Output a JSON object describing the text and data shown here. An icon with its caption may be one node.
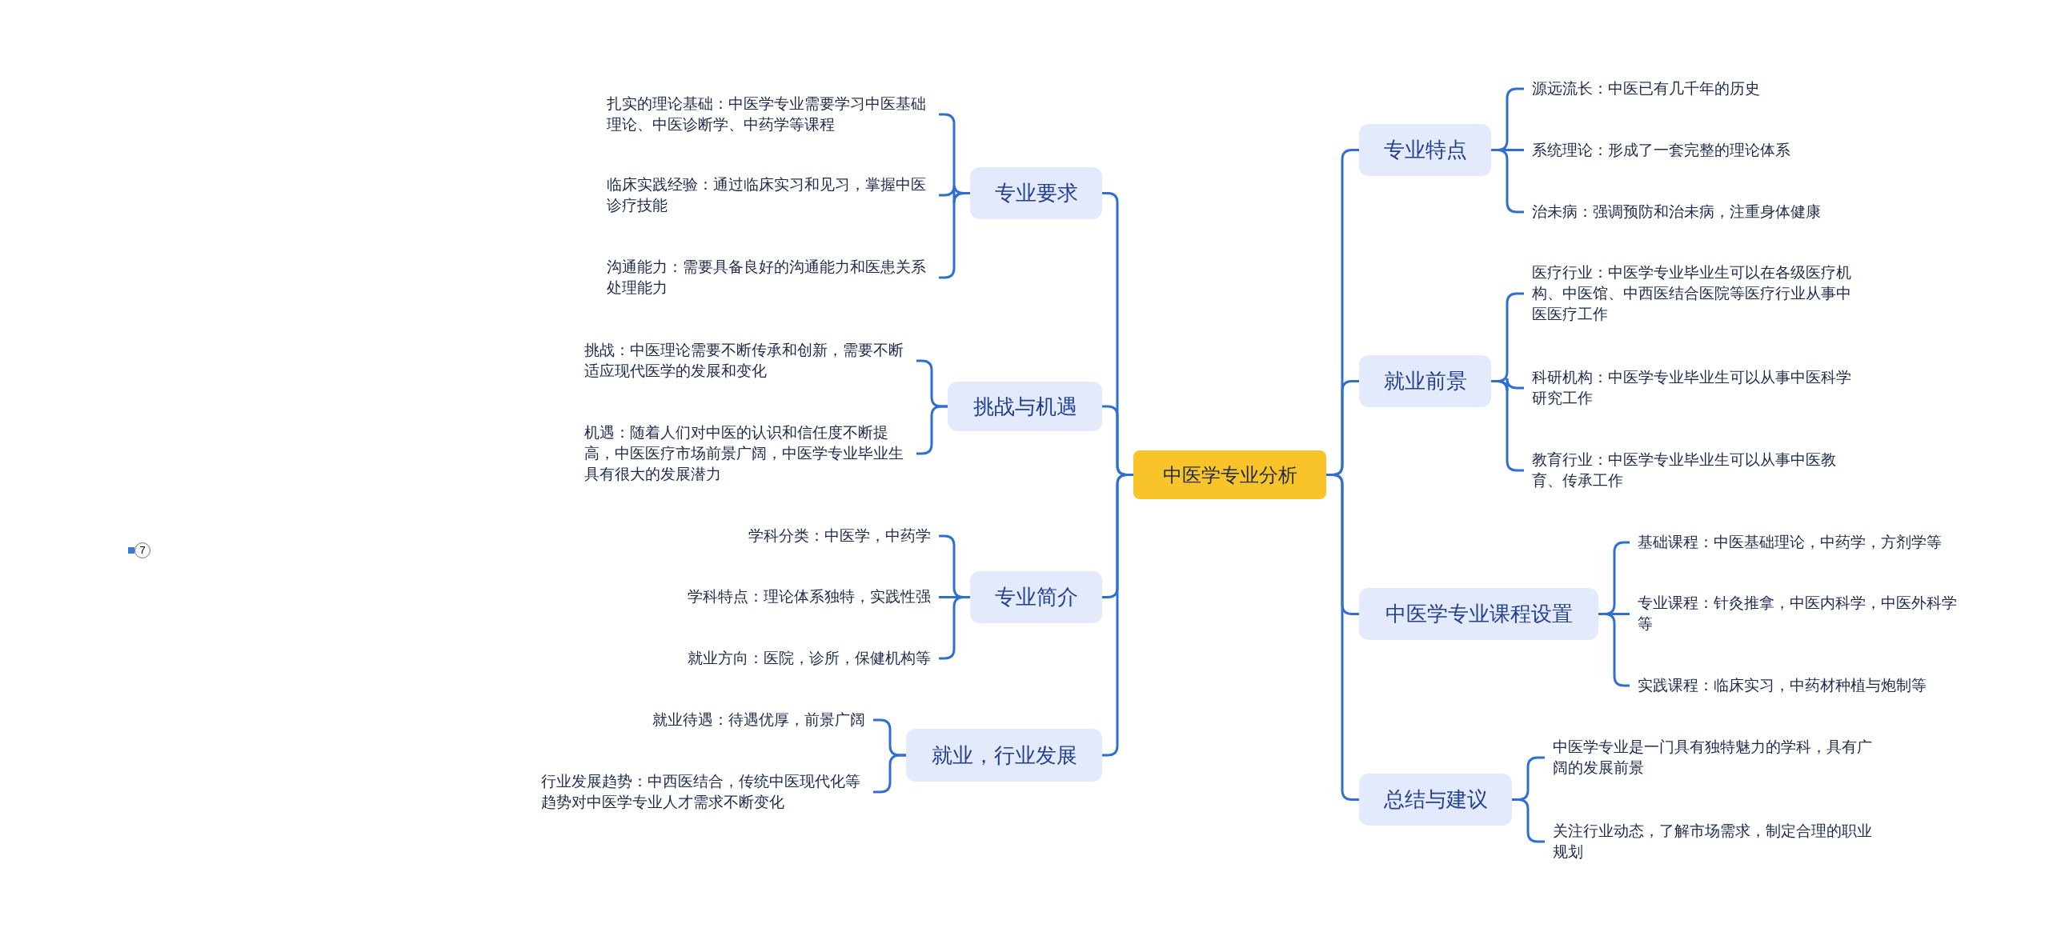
{
  "diagram": {
    "nodes": [
      {
        "text": [
          "中医学专业分析"
        ]
      },
      {
        "text": [
          "专业要求"
        ]
      },
      {
        "text": [
          "扎实的理论基础：中医学专业需要学习中医基础理论、中医诊断学、中药学等课程"
        ]
      },
      {
        "text": [
          "临床实践经验：通过临床实习和见习，掌握中医诊疗技能"
        ]
      },
      {
        "text": [
          "沟通能力：需要具备良好的沟通能力和医患关系处理能力"
        ]
      },
      {
        "text": [
          "挑战与机遇"
        ]
      },
      {
        "text": [
          "挑战：中医理论需要不断传承和创新，需要不断适应现代医学的发展和变化"
        ]
      },
      {
        "text": [
          "机遇：随着人们对中医的认识和信任度不断提高，中医医疗市场前景广阔，中医学专业毕业生具有很大的发展潜力"
        ]
      },
      {
        "text": [
          "专业简介"
        ]
      },
      {
        "text": [
          "学科分类：中医学，中药学"
        ]
      },
      {
        "text": [
          "学科特点：理论体系独特，实践性强"
        ]
      },
      {
        "text": [
          "就业方向：医院，诊所，保健机构等"
        ]
      },
      {
        "text": [
          "就业，行业发展"
        ]
      },
      {
        "text": [
          "就业待遇：待遇优厚，前景广阔"
        ]
      },
      {
        "text": [
          "行业发展趋势：中西医结合，传统中医现代化等趋势对中医学专业人才需求不断变化"
        ]
      },
      {
        "text": [
          "专业特点"
        ]
      },
      {
        "text": [
          "源远流长：中医已有几千年的历史"
        ]
      },
      {
        "text": [
          "系统理论：形成了一套完整的理论体系"
        ]
      },
      {
        "text": [
          "治未病：强调预防和治未病，注重身体健康"
        ]
      },
      {
        "text": [
          "就业前景"
        ]
      },
      {
        "text": [
          "医疗行业：中医学专业毕业生可以在各级医疗机构、中医馆、中西医结合医院等医疗行业从事中医医疗工作"
        ]
      },
      {
        "text": [
          "科研机构：中医学专业毕业生可以从事中医科学研究工作"
        ]
      },
      {
        "text": [
          "教育行业：中医学专业毕业生可以从事中医教育、传承工作"
        ]
      },
      {
        "text": [
          "中医学专业课程设置"
        ]
      },
      {
        "text": [
          "基础课程：中医基础理论，中药学，方剂学等"
        ]
      },
      {
        "text": [
          "专业课程：针灸推拿，中医内科学，中医外科学等"
        ]
      },
      {
        "text": [
          "实践课程：临床实习，中药材种植与炮制等"
        ]
      },
      {
        "text": [
          "总结与建议"
        ]
      },
      {
        "text": [
          "中医学专业是一门具有独特魅力的学科，具有广阔的发展前景"
        ]
      },
      {
        "text": [
          "关注行业动态，了解市场需求，制定合理的职业规划"
        ]
      }
    ],
    "edges": [
      {
        "from": 0,
        "to": 1,
        "arrow": "none"
      },
      {
        "from": 1,
        "to": 2,
        "arrow": "none"
      },
      {
        "from": 1,
        "to": 3,
        "arrow": "none"
      },
      {
        "from": 1,
        "to": 4,
        "arrow": "none"
      },
      {
        "from": 0,
        "to": 5,
        "arrow": "none"
      },
      {
        "from": 5,
        "to": 6,
        "arrow": "none"
      },
      {
        "from": 5,
        "to": 7,
        "arrow": "none"
      },
      {
        "from": 0,
        "to": 8,
        "arrow": "none"
      },
      {
        "from": 8,
        "to": 9,
        "arrow": "none"
      },
      {
        "from": 8,
        "to": 10,
        "arrow": "none"
      },
      {
        "from": 8,
        "to": 11,
        "arrow": "none"
      },
      {
        "from": 0,
        "to": 12,
        "arrow": "none"
      },
      {
        "from": 12,
        "to": 13,
        "arrow": "none"
      },
      {
        "from": 12,
        "to": 14,
        "arrow": "none"
      },
      {
        "from": 0,
        "to": 15,
        "arrow": "none"
      },
      {
        "from": 15,
        "to": 16,
        "arrow": "none"
      },
      {
        "from": 15,
        "to": 17,
        "arrow": "none"
      },
      {
        "from": 15,
        "to": 18,
        "arrow": "none"
      },
      {
        "from": 0,
        "to": 19,
        "arrow": "none"
      },
      {
        "from": 19,
        "to": 20,
        "arrow": "none"
      },
      {
        "from": 19,
        "to": 21,
        "arrow": "none"
      },
      {
        "from": 19,
        "to": 22,
        "arrow": "none"
      },
      {
        "from": 0,
        "to": 23,
        "arrow": "none"
      },
      {
        "from": 23,
        "to": 24,
        "arrow": "none"
      },
      {
        "from": 23,
        "to": 25,
        "arrow": "none"
      },
      {
        "from": 23,
        "to": 26,
        "arrow": "none"
      },
      {
        "from": 0,
        "to": 27,
        "arrow": "none"
      },
      {
        "from": 27,
        "to": 28,
        "arrow": "none"
      },
      {
        "from": 27,
        "to": 29,
        "arrow": "none"
      }
    ],
    "labels": [
      "7"
    ]
  }
}
